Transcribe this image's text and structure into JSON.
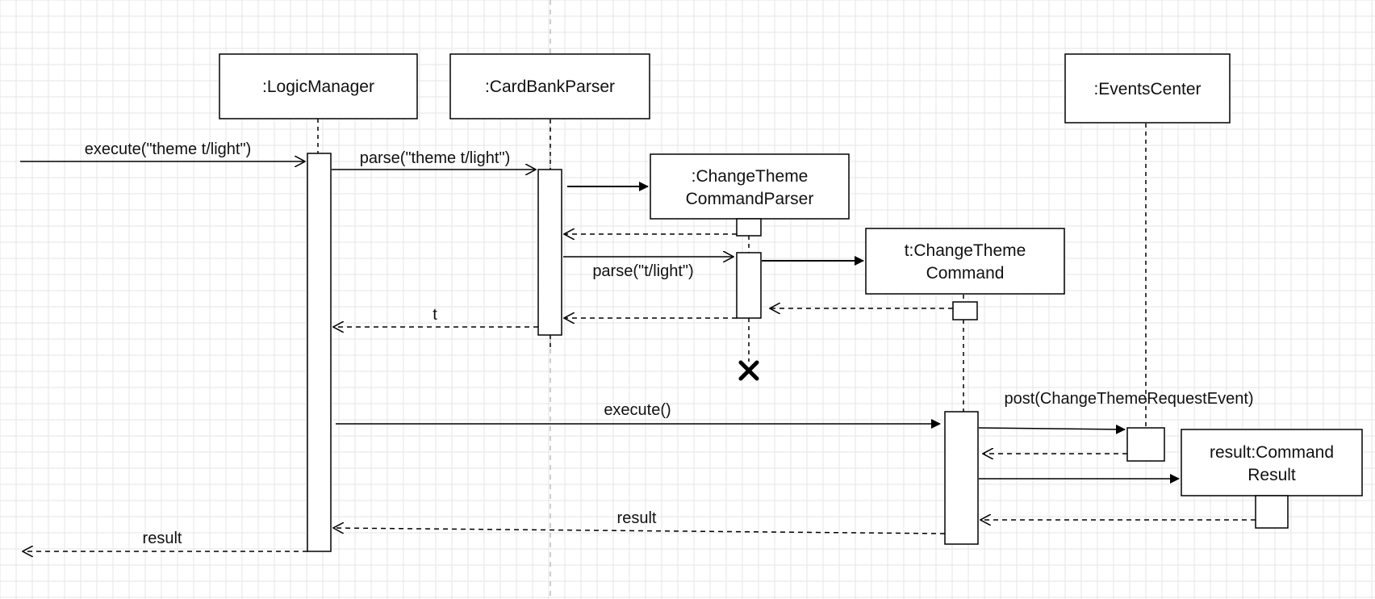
{
  "colors": {
    "background": "#ffffff",
    "grid": "#e6e6e6",
    "stroke": "#000000",
    "guide": "#bdbdbd"
  },
  "participants": {
    "logic_manager": ":LogicManager",
    "card_bank_parser": ":CardBankParser",
    "change_theme_command_parser": [
      ":ChangeTheme",
      "CommandParser"
    ],
    "change_theme_command": [
      "t:ChangeTheme",
      "Command"
    ],
    "events_center": ":EventsCenter",
    "command_result": [
      "result:Command",
      "Result"
    ]
  },
  "messages": {
    "execute_theme": "execute(\"theme t/light\")",
    "parse_theme": "parse(\"theme t/light\")",
    "parse_light": "parse(\"t/light\")",
    "return_t": "t",
    "execute_call": "execute()",
    "post_event": "post(ChangeThemeRequestEvent)",
    "return_result_inner": "result",
    "return_result_outer": "result"
  },
  "icons": {
    "destroy": "x-icon"
  }
}
